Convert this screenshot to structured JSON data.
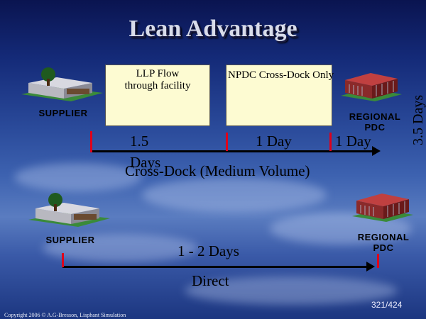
{
  "title": "Lean Advantage",
  "box_llp": [
    "LLP Flow",
    "through facility"
  ],
  "box_npdc": "NPDC Cross-Dock Only",
  "vertical_label": "3.5 Days",
  "top_row": {
    "supplier": "SUPPLIER",
    "regional_line1": "REGIONAL",
    "regional_line2": "PDC",
    "seg1": "1.5",
    "seg1b": "Days",
    "seg2": "1 Day",
    "seg3": "1 Day",
    "caption": "Cross-Dock (Medium Volume)"
  },
  "bottom_row": {
    "supplier": "SUPPLIER",
    "regional_line1": "REGIONAL",
    "regional_line2": "PDC",
    "duration": "1 - 2 Days",
    "caption": "Direct"
  },
  "page": "321/424",
  "copyright": "Copyright 2006 © A.G-Bresson, Lisphant Simulation",
  "colors": {
    "box_fill": "#fdfbd2",
    "tick": "#e0001a",
    "title": "#d8dcea"
  },
  "icons": [
    "warehouse-icon",
    "pdc-building-icon"
  ]
}
